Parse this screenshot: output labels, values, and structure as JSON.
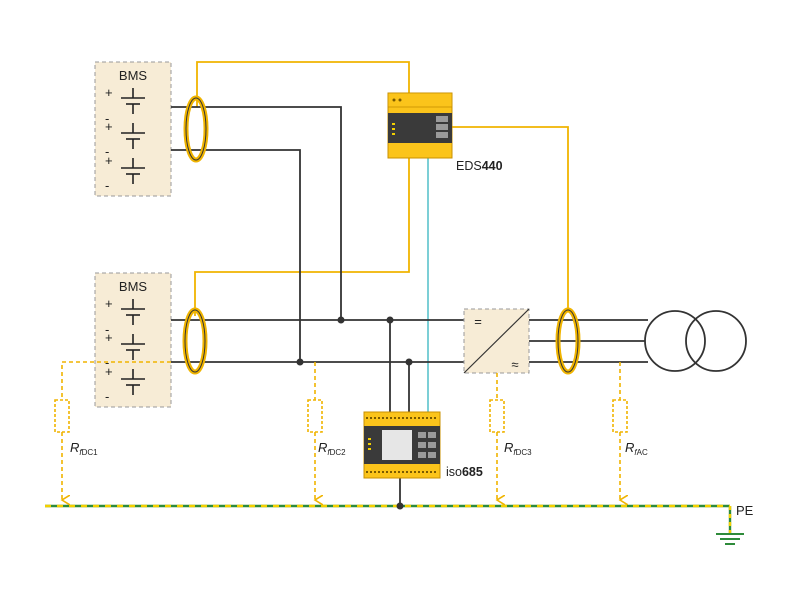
{
  "bms_units": [
    {
      "label": "BMS",
      "polarity": [
        "+",
        "-",
        "+",
        "-",
        "+",
        "-"
      ]
    },
    {
      "label": "BMS",
      "polarity": [
        "+",
        "-",
        "+",
        "-",
        "+",
        "-"
      ]
    }
  ],
  "devices": {
    "eds": {
      "prefix": "EDS",
      "number": "440"
    },
    "iso": {
      "prefix": "iso",
      "number": "685"
    }
  },
  "resistors": [
    {
      "main": "R",
      "sub_f": "f",
      "sub_rest": "DC1"
    },
    {
      "main": "R",
      "sub_f": "f",
      "sub_rest": "DC2"
    },
    {
      "main": "R",
      "sub_f": "f",
      "sub_rest": "DC3"
    },
    {
      "main": "R",
      "sub_f": "f",
      "sub_rest": "AC"
    }
  ],
  "ground_label": "PE",
  "converter_symbols": {
    "dc": "=",
    "ac": "≈"
  },
  "colors": {
    "wire": "#333333",
    "sensor": "#f0b400",
    "bus": "#7ccfd6",
    "fault": "#f0b400",
    "pe_green": "#2e8b3a",
    "pe_yellow": "#f3d000",
    "bms_fill": "#f7ecd6",
    "device_yellow": "#fbc41b",
    "device_dark": "#3a3a3a"
  }
}
